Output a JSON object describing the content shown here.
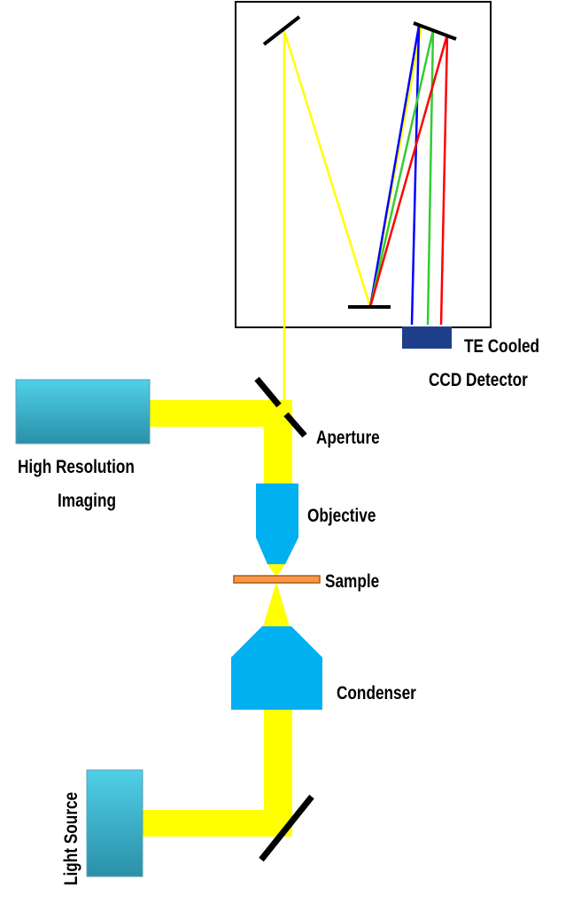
{
  "labels": {
    "detector_line1": "TE Cooled",
    "detector_line2": "CCD Detector",
    "aperture": "Aperture",
    "imaging_line1": "High Resolution",
    "imaging_line2": "Imaging",
    "objective": "Objective",
    "sample": "Sample",
    "condenser": "Condenser",
    "light_source": "Light Source"
  },
  "colors": {
    "beam": "#ffff00",
    "optic": "#00b0f0",
    "box_gradient_top": "#4fd0e8",
    "box_gradient_bottom": "#2a90a8",
    "sample": "#f79646",
    "sample_stroke": "#b05a10",
    "detector": "#1f3f8a",
    "ray_blue": "#0000ff",
    "ray_green": "#33cc33",
    "ray_red": "#ff0000",
    "mirror": "#000000",
    "frame": "#000000"
  },
  "icons": {
    "mirror": "mirror-icon",
    "grating": "grating-icon"
  }
}
